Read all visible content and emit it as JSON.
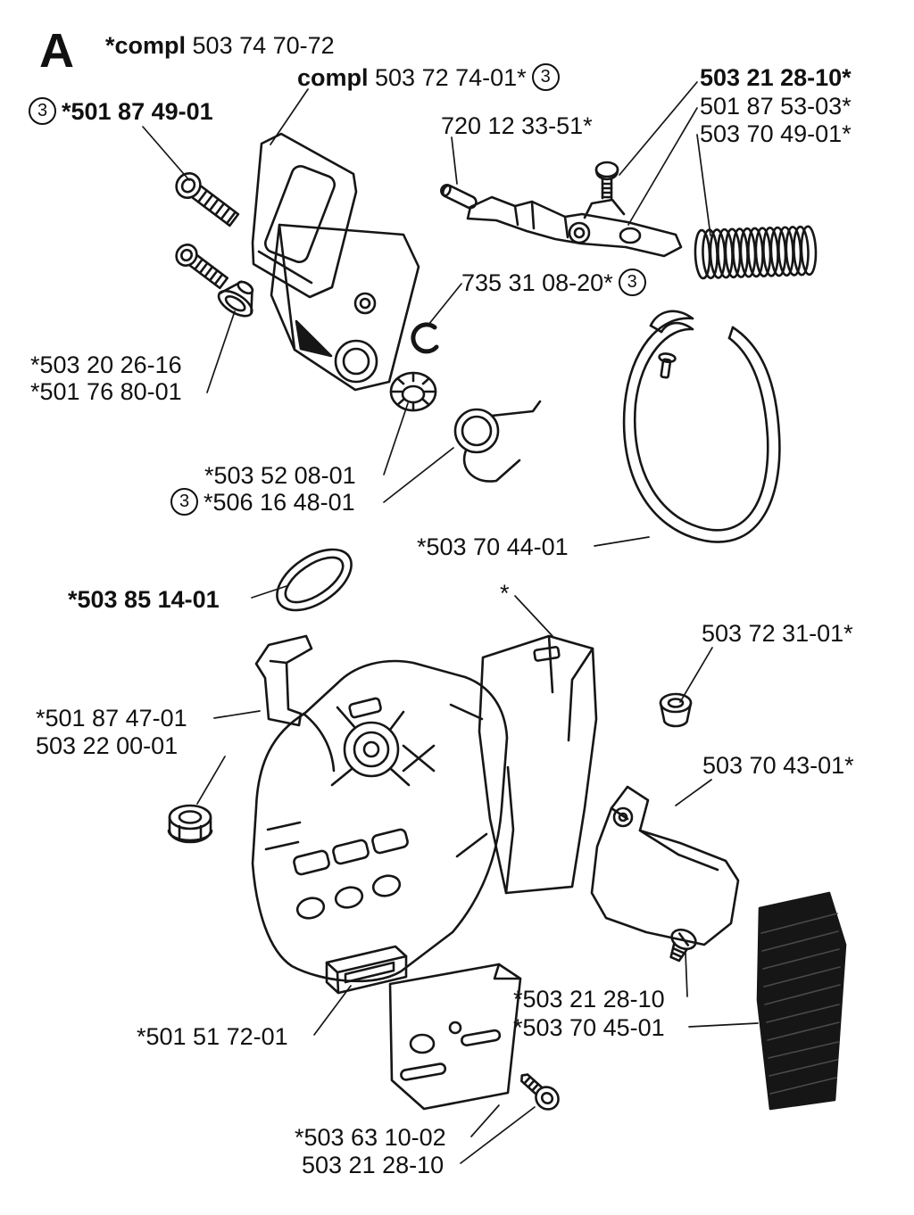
{
  "page": {
    "section": "A"
  },
  "labels": {
    "assembly": {
      "b": "*compl",
      "t": " 503 74 70-72"
    },
    "guard_compl": {
      "b": "compl",
      "t": " 503 72 74-01*",
      "q": "3"
    },
    "guard_bolt": {
      "q": "3",
      "b": "*501 87 49-01"
    },
    "pin": {
      "t": "720 12 33-51*"
    },
    "lever_screw": {
      "b": "503 21 28-10*"
    },
    "lever": {
      "t": "501 87 53-03*"
    },
    "coil_spring": {
      "t": "503 70 49-01*"
    },
    "clip": {
      "t": "735 31 08-20*",
      "q": "3"
    },
    "screw": {
      "t": "*503 20 26-16"
    },
    "washer": {
      "t": "*501 76 80-01"
    },
    "cap": {
      "t": "*503 52 08-01"
    },
    "torsion_spring": {
      "q": "3",
      "t": "*506 16 48-01"
    },
    "brake_band": {
      "t": "*503 70 44-01"
    },
    "ring": {
      "b": "*503 85 14-01"
    },
    "asterisk": {
      "t": "*"
    },
    "grommet": {
      "t": "503 72 31-01*"
    },
    "bracket": {
      "t": "*501 87 47-01"
    },
    "cover": {
      "t": "503 22 00-01"
    },
    "side_cover": {
      "t": "503 70 43-01*"
    },
    "cover_screw": {
      "t": "*503 21 28-10"
    },
    "side_plate": {
      "t": "*503 70 45-01"
    },
    "pad": {
      "t": "*501 51 72-01"
    },
    "guide_plate": {
      "t": "*503 63 10-02"
    },
    "plate_screw": {
      "t": "503 21 28-10"
    }
  }
}
